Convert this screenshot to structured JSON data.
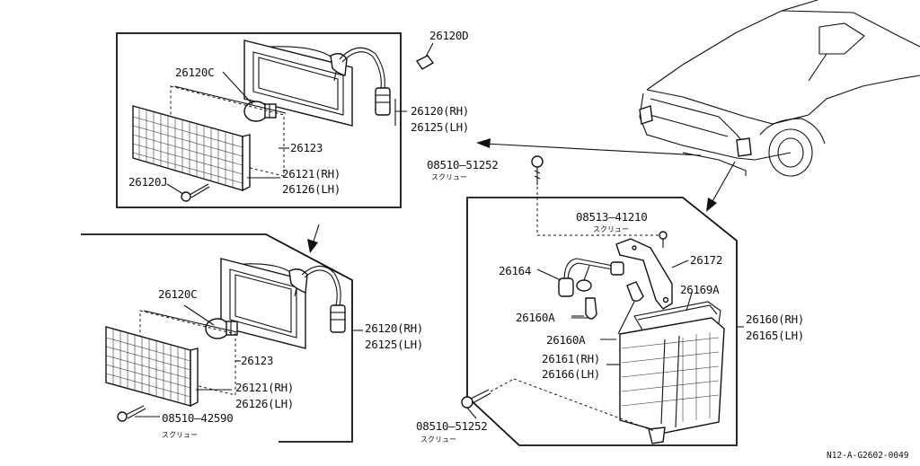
{
  "labels": {
    "p26120d": "26120D",
    "p26120c_top": "26120C",
    "p26120_rh_top": "26120(RH)",
    "p26125_lh_top": "26125(LH)",
    "p26123_top": "26123",
    "p26121_rh_top": "26121(RH)",
    "p26126_lh_top": "26126(LH)",
    "p26120j": "26120J",
    "screw_top_code": "08510—51252",
    "screw_top_sub": "スクリュー",
    "p26120c_bot": "26120C",
    "p26120_rh_bot": "26120(RH)",
    "p26125_lh_bot": "26125(LH)",
    "p26123_bot": "26123",
    "p26121_rh_bot": "26121(RH)",
    "p26126_lh_bot": "26126(LH)",
    "screw_bot_code": "08510—42590",
    "screw_bot_sub": "スクリュー",
    "screw_mid_code": "08513—41210",
    "screw_mid_sub": "スクリュー",
    "p26164": "26164",
    "p26172": "26172",
    "p26169a": "26169A",
    "p26160a_1": "26160A",
    "p26160a_2": "26160A",
    "p26160_rh": "26160(RH)",
    "p26165_lh": "26165(LH)",
    "p26161_rh": "26161(RH)",
    "p26166_lh": "26166(LH)",
    "screw_right_code": "08510—51252",
    "screw_right_sub": "スクリュー"
  },
  "footer": {
    "diagram_code": "N12-A-G2602-0049"
  }
}
